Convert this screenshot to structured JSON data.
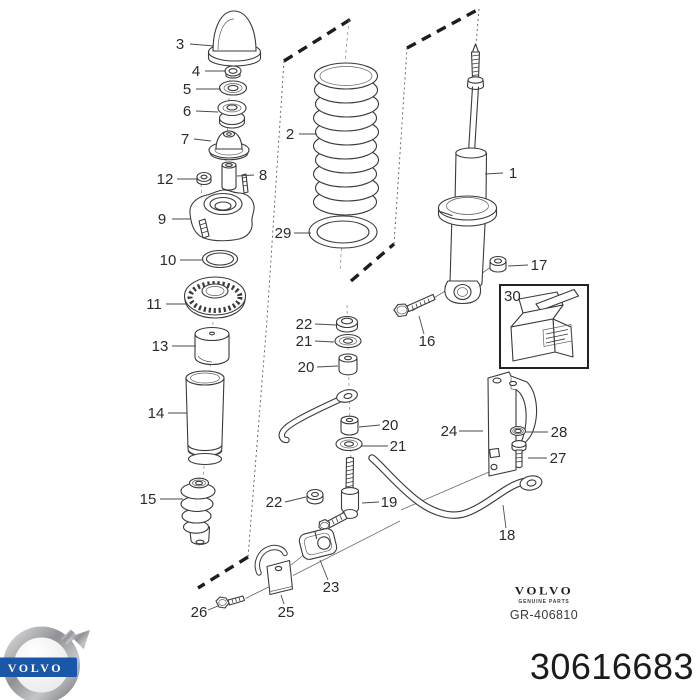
{
  "document": {
    "type": "exploded-parts-diagram",
    "part_number": "30616683",
    "brand_footer": {
      "brand": "VOLVO",
      "tagline": "GENUINE PARTS",
      "catalog_ref": "GR-406810"
    },
    "logo": {
      "brand": "VOLVO"
    }
  },
  "callouts": {
    "c1": "1",
    "c2": "2",
    "c3": "3",
    "c4": "4",
    "c5": "5",
    "c6": "6",
    "c7": "7",
    "c8": "8",
    "c9": "9",
    "c10": "10",
    "c11": "11",
    "c12": "12",
    "c13": "13",
    "c14": "14",
    "c15": "15",
    "c16": "16",
    "c17": "17",
    "c18": "18",
    "c19": "19",
    "c20a": "20",
    "c20b": "20",
    "c21a": "21",
    "c21b": "21",
    "c22a": "22",
    "c22b": "22",
    "c23": "23",
    "c24": "24",
    "c25": "25",
    "c26": "26",
    "c27": "27",
    "c28": "28",
    "c29": "29",
    "c30": "30"
  },
  "colors": {
    "line": "#3a3a3a",
    "label_text": "#2b2b2b",
    "logo_blue": "#1a57a8",
    "logo_gray": "#97999c",
    "part_number_text": "#1b1b1b"
  }
}
